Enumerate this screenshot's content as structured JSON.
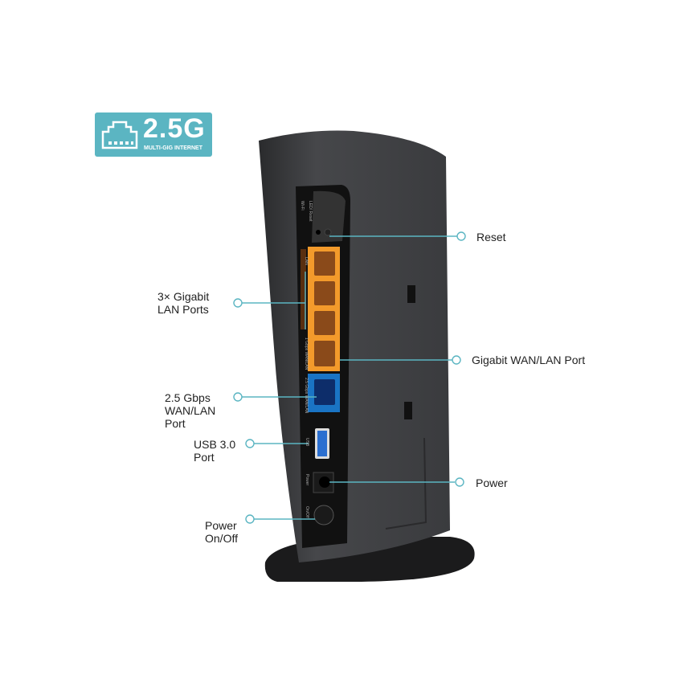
{
  "badge": {
    "value": "2.5G",
    "subtitle": "MULTI-GIG INTERNET",
    "icon": "ethernet-port-icon"
  },
  "callouts": {
    "reset": "Reset",
    "lan_ports": [
      "3× Gigabit",
      "LAN Ports"
    ],
    "gigabit_wan": "Gigabit WAN/LAN Port",
    "wan25": [
      "2.5 Gbps",
      "WAN/LAN",
      "Port"
    ],
    "usb": [
      "USB 3.0",
      "Port"
    ],
    "power": "Power",
    "power_onoff": [
      "Power",
      "On/Off"
    ]
  },
  "device_labels": {
    "led": "LED/ Reset",
    "wifi": "Wi-Fi",
    "lan": "LAN",
    "wan1": "1 Gbps WAN/LAN",
    "wan25": "2.5 Gbps WAN/LAN",
    "usb": "USB",
    "power": "Power",
    "onoff": "On/Off"
  },
  "colors": {
    "accent": "#5bb5c2",
    "lan": "#f39a2b",
    "wan25": "#1a74c4",
    "body": "#3a3b3d"
  }
}
